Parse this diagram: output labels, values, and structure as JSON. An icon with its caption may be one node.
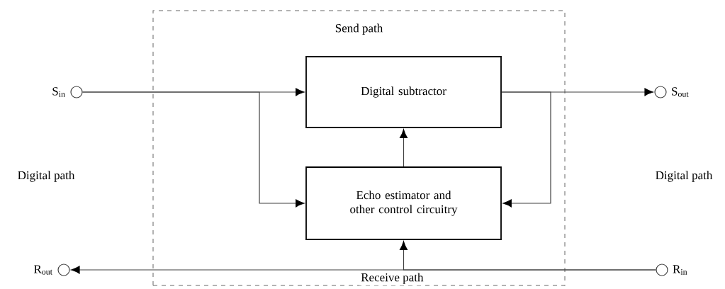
{
  "diagram": {
    "nodes": [
      {
        "text": [
          "Send path"
        ]
      },
      {
        "text": [
          "Digital subtractor"
        ],
        "in": 0
      },
      {
        "text": [
          "Echo estimator and other control circuitry"
        ],
        "in": 0
      },
      {
        "text": [],
        "shape": "circle",
        "beside": [
          "S$_{in}$"
        ]
      },
      {
        "text": [],
        "shape": "circle",
        "beside": [
          "S$_{out}$"
        ]
      },
      {
        "text": [],
        "shape": "circle",
        "beside": [
          "R$_{out}$"
        ]
      },
      {
        "text": [],
        "shape": "circle",
        "beside": [
          "R$_{in}$"
        ]
      }
    ],
    "edges": [
      {
        "from": 3,
        "to": 1,
        "arrow": "to"
      },
      {
        "from": 3,
        "to": 2,
        "arrow": "to"
      },
      {
        "from": 1,
        "to": 4,
        "arrow": "to"
      },
      {
        "from": 1,
        "to": 2,
        "arrow": "to"
      },
      {
        "from": 2,
        "to": 1,
        "arrow": "to"
      },
      {
        "from": 6,
        "to": 5,
        "arrow": "to",
        "label": "Receive path"
      },
      {
        "from": 6,
        "to": 2,
        "arrow": "to"
      }
    ],
    "labels": [
      "Digital path",
      "Digital path"
    ]
  }
}
